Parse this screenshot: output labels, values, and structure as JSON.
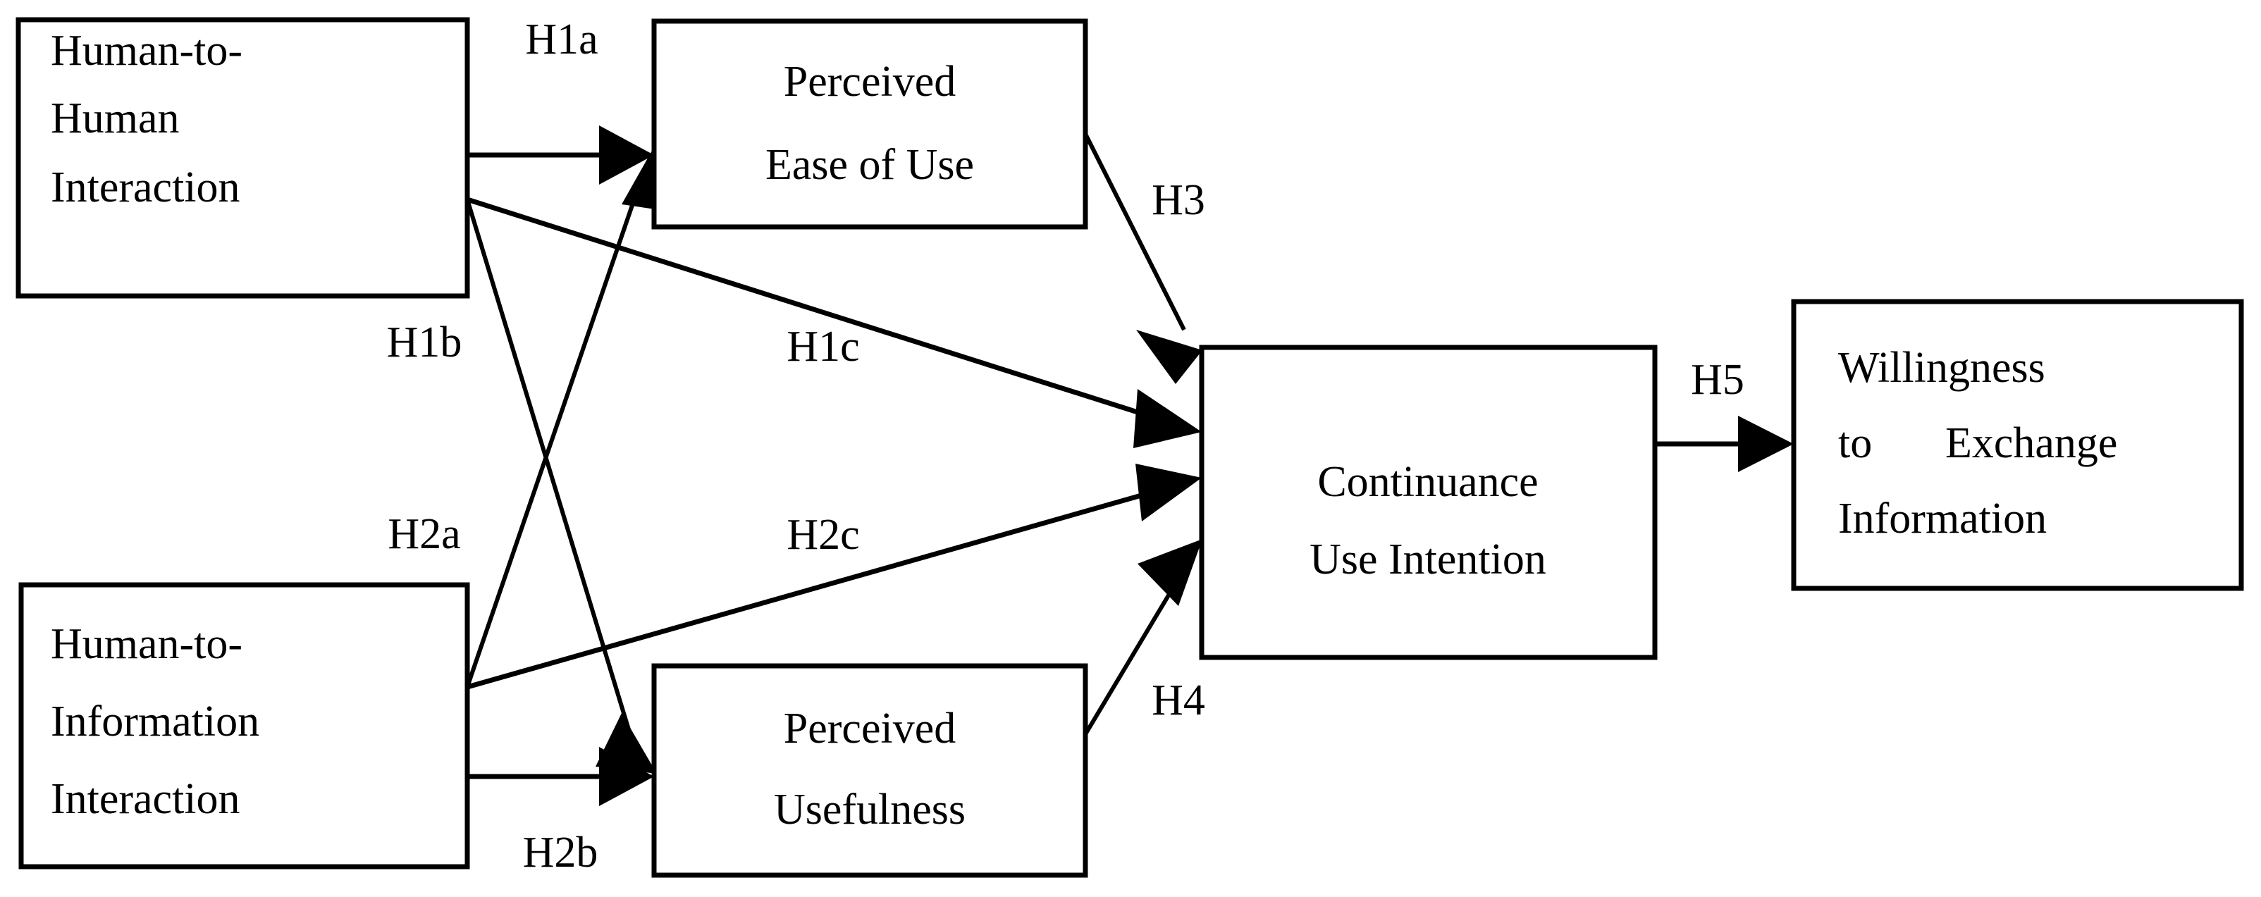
{
  "diagram": {
    "type": "research-model-path-diagram",
    "background_color": "#ffffff",
    "line_color": "#000000",
    "nodes": [
      {
        "id": "human-to-human-interaction",
        "lines": [
          "Human-to-",
          "Human",
          "Interaction"
        ],
        "line1": "Human-to-",
        "line2": "Human",
        "line3": "Interaction"
      },
      {
        "id": "perceived-ease-of-use",
        "lines": [
          "Perceived",
          "Ease of Use"
        ],
        "line1": "Perceived",
        "line2": "Ease of Use"
      },
      {
        "id": "human-to-information-interaction",
        "lines": [
          "Human-to-",
          "Information",
          "Interaction"
        ],
        "line1": "Human-to-",
        "line2": "Information",
        "line3": "Interaction"
      },
      {
        "id": "perceived-usefulness",
        "lines": [
          "Perceived",
          "Usefulness"
        ],
        "line1": "Perceived",
        "line2": "Usefulness"
      },
      {
        "id": "continuance-use-intention",
        "lines": [
          "Continuance",
          "Use Intention"
        ],
        "line1": "Continuance",
        "line2": "Use Intention"
      },
      {
        "id": "willingness-to-exchange-information",
        "lines": [
          "Willingness",
          "to    Exchange",
          "Information"
        ],
        "line1": "Willingness",
        "line2a": "to",
        "line2b": "Exchange",
        "line3": "Information"
      }
    ],
    "edges": [
      {
        "id": "h1a",
        "label": "H1a",
        "from": "human-to-human-interaction",
        "to": "perceived-ease-of-use"
      },
      {
        "id": "h1b",
        "label": "H1b",
        "from": "human-to-human-interaction",
        "to": "perceived-usefulness"
      },
      {
        "id": "h1c",
        "label": "H1c",
        "from": "human-to-human-interaction",
        "to": "continuance-use-intention"
      },
      {
        "id": "h2a",
        "label": "H2a",
        "from": "human-to-information-interaction",
        "to": "perceived-ease-of-use"
      },
      {
        "id": "h2b",
        "label": "H2b",
        "from": "human-to-information-interaction",
        "to": "perceived-usefulness"
      },
      {
        "id": "h2c",
        "label": "H2c",
        "from": "human-to-information-interaction",
        "to": "continuance-use-intention"
      },
      {
        "id": "h3",
        "label": "H3",
        "from": "perceived-ease-of-use",
        "to": "continuance-use-intention"
      },
      {
        "id": "h4",
        "label": "H4",
        "from": "perceived-usefulness",
        "to": "continuance-use-intention"
      },
      {
        "id": "h5",
        "label": "H5",
        "from": "continuance-use-intention",
        "to": "willingness-to-exchange-information"
      }
    ]
  }
}
